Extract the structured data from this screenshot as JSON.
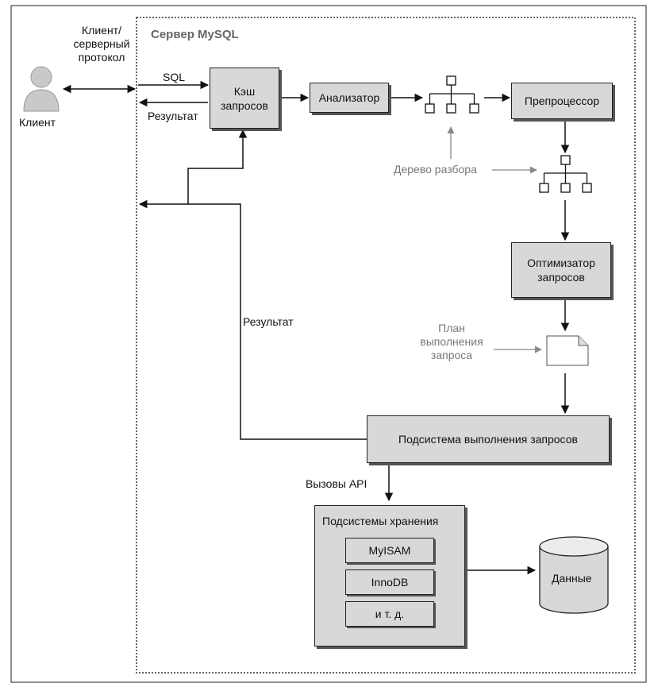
{
  "server": {
    "title": "Сервер MySQL"
  },
  "client": {
    "label": "Клиент",
    "protocol_label": "Клиент/\nсерверный\nпротокол"
  },
  "flow": {
    "sql": "SQL",
    "result_top": "Результат",
    "result_left": "Результат",
    "api_calls": "Вызовы API"
  },
  "nodes": {
    "cache": "Кэш\nзапросов",
    "analyzer": "Анализатор",
    "preprocessor": "Препроцессор",
    "optimizer": "Оптимизатор\nзапросов",
    "executor": "Подсистема выполнения запросов",
    "storage_title": "Подсистемы хранения",
    "myisam": "MyISAM",
    "innodb": "InnoDB",
    "etc": "и т. д.",
    "data": "Данные"
  },
  "annotations": {
    "parse_tree": "Дерево разбора",
    "exec_plan": "План\nвыполнения\nзапроса"
  },
  "colors": {
    "box_fill": "#d8d8d8",
    "shadow": "#555555",
    "gray_text": "#777777"
  }
}
